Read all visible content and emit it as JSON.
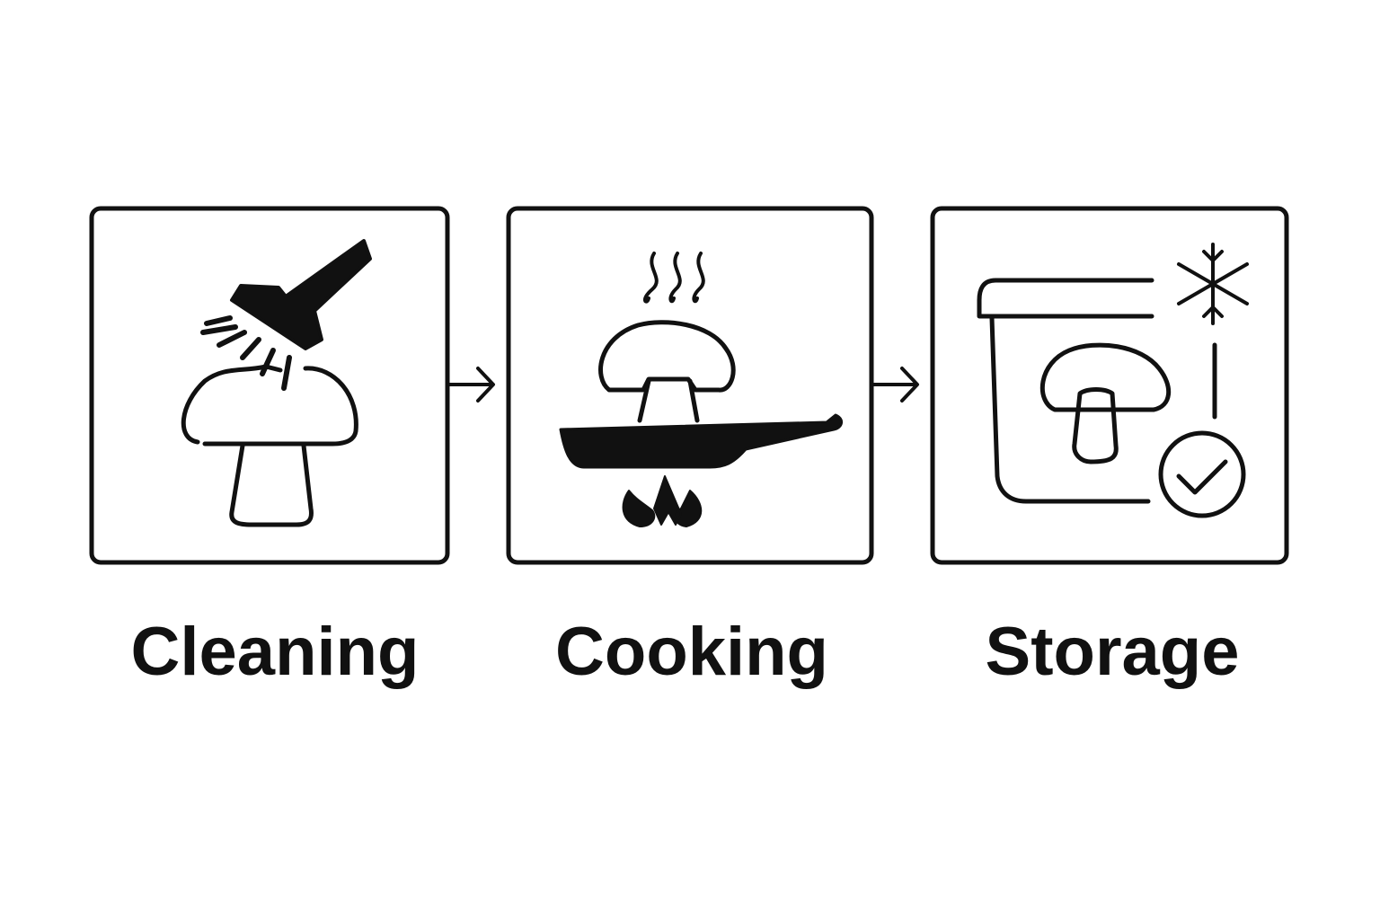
{
  "steps": [
    {
      "label": "Cleaning",
      "icon": "brush-cleaning-mushroom-icon"
    },
    {
      "label": "Cooking",
      "icon": "pan-cooking-mushroom-icon"
    },
    {
      "label": "Storage",
      "icon": "container-frozen-mushroom-icon"
    }
  ],
  "colors": {
    "stroke": "#111111",
    "background": "#ffffff"
  }
}
